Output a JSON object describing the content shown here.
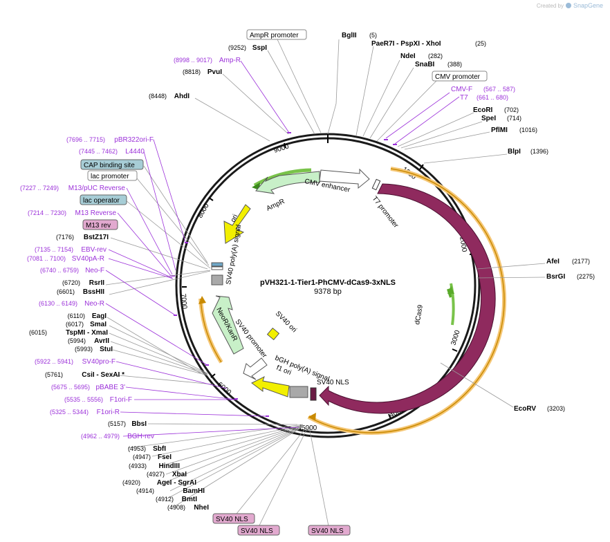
{
  "watermark": {
    "created_by": "Created by",
    "brand": "SnapGene"
  },
  "plasmid": {
    "name": "pVH321-1-Tier1-PhCMV-dCas9-3xNLS",
    "length": "9378 bp"
  },
  "ticks": [
    "1000",
    "2000",
    "3000",
    "4000",
    "5000",
    "6000",
    "7000",
    "8000",
    "9000"
  ],
  "features": {
    "cmv_enhancer": "CMV enhancer",
    "t7_promoter": "T7 promoter",
    "dcas9": "dCas9",
    "sv40_nls": "SV40 NLS",
    "bgh": "bGH poly(A) signal",
    "f1_ori": "f1 ori",
    "sv40_promoter": "SV40 promoter",
    "neor": "NeoR/KanR",
    "sv40_ori": "SV40 ori",
    "sv40_polya": "SV40 poly(A) signal",
    "ori": "ori",
    "ampr": "AmpR"
  },
  "top_labels": {
    "ampr_promoter": "AmpR promoter",
    "cmv_promoter": "CMV promoter"
  },
  "left_boxes": {
    "cap": "CAP binding site",
    "lac_promoter": "lac promoter",
    "lac_operator": "lac operator",
    "m13rev": "M13 rev"
  },
  "bottom_boxes": [
    "SV40 NLS",
    "SV40 NLS",
    "SV40 NLS"
  ],
  "sites": {
    "bglii": {
      "name": "BglII",
      "pos": "(5)"
    },
    "paer7i": {
      "name": "PaeR7I  - PspXI  - XhoI",
      "pos": "(25)"
    },
    "ndei": {
      "name": "NdeI",
      "pos": "(282)"
    },
    "snabi": {
      "name": "SnaBI",
      "pos": "(388)"
    },
    "ecori": {
      "name": "EcoRI",
      "pos": "(702)"
    },
    "spei": {
      "name": "SpeI",
      "pos": "(714)"
    },
    "pflmi": {
      "name": "PflMI",
      "pos": "(1016)"
    },
    "blpi": {
      "name": "BlpI",
      "pos": "(1396)"
    },
    "afei": {
      "name": "AfeI",
      "pos": "(2177)"
    },
    "bsrgi": {
      "name": "BsrGI",
      "pos": "(2275)"
    },
    "ecorv": {
      "name": "EcoRV",
      "pos": "(3203)"
    },
    "sspi": {
      "name": "SspI",
      "pos": "(9252)"
    },
    "pvui": {
      "name": "PvuI",
      "pos": "(8818)"
    },
    "ahdi": {
      "name": "AhdI",
      "pos": "(8448)"
    },
    "bstz17i": {
      "name": "BstZ17I",
      "pos": "(7176)"
    },
    "rsrii": {
      "name": "RsrII",
      "pos": "(6720)"
    },
    "bsshii": {
      "name": "BssHII",
      "pos": "(6601)"
    },
    "eagi": {
      "name": "EagI",
      "pos": "(6110)"
    },
    "smai": {
      "name": "SmaI",
      "pos": "(6017)"
    },
    "tspmi": {
      "name": "TspMI  - XmaI",
      "pos": "(6015)"
    },
    "avrii": {
      "name": "AvrII",
      "pos": "(5994)"
    },
    "stui": {
      "name": "StuI",
      "pos": "(5993)"
    },
    "csii": {
      "name": "CsiI  - SexAI *",
      "pos": "(5761)"
    },
    "bbsi": {
      "name": "BbsI",
      "pos": "(5157)"
    },
    "sbfi": {
      "name": "SbfI",
      "pos": "(4953)"
    },
    "fsei": {
      "name": "FseI",
      "pos": "(4947)"
    },
    "hindiii": {
      "name": "HindIII",
      "pos": "(4933)"
    },
    "xbai": {
      "name": "XbaI",
      "pos": "(4927)"
    },
    "agei": {
      "name": "AgeI  - SgrAI",
      "pos": "(4920)"
    },
    "bamhi": {
      "name": "BamHI",
      "pos": "(4914)"
    },
    "bmti": {
      "name": "BmtI",
      "pos": "(4912)"
    },
    "nhei": {
      "name": "NheI",
      "pos": "(4908)"
    }
  },
  "primers": {
    "ampr": {
      "name": "Amp-R",
      "pos": "(8998 .. 9017)"
    },
    "cmvf": {
      "name": "CMV-F",
      "pos": "(567 .. 587)"
    },
    "t7": {
      "name": "T7",
      "pos": "(661 .. 680)"
    },
    "pbr322": {
      "name": "pBR322ori-F",
      "pos": "(7696 .. 7715)"
    },
    "l4440": {
      "name": "L4440",
      "pos": "(7445 .. 7462)"
    },
    "m13puc": {
      "name": "M13/pUC Reverse",
      "pos": "(7227 .. 7249)"
    },
    "m13rev": {
      "name": "M13 Reverse",
      "pos": "(7214 .. 7230)"
    },
    "ebv": {
      "name": "EBV-rev",
      "pos": "(7135 .. 7154)"
    },
    "sv40pa": {
      "name": "SV40pA-R",
      "pos": "(7081 .. 7100)"
    },
    "neof": {
      "name": "Neo-F",
      "pos": "(6740 .. 6759)"
    },
    "neor": {
      "name": "Neo-R",
      "pos": "(6130 .. 6149)"
    },
    "sv40pro": {
      "name": "SV40pro-F",
      "pos": "(5922 .. 5941)"
    },
    "pbabe": {
      "name": "pBABE 3'",
      "pos": "(5675 .. 5695)"
    },
    "f1orif": {
      "name": "F1ori-F",
      "pos": "(5535 .. 5556)"
    },
    "f1orir": {
      "name": "F1ori-R",
      "pos": "(5325 .. 5344)"
    },
    "bghrev": {
      "name": "BGH-rev",
      "pos": "(4962 .. 4979)"
    }
  },
  "colors": {
    "dcas9": "#8f2a5e",
    "promoter_fill": "#ffffff",
    "resistance": "#c8f0c8",
    "ori": "#f2ef00",
    "polya": "#a9a9a9",
    "primer": "#9b30d9",
    "orf_orange": "#f5a623",
    "orf_green": "#5aaa2a",
    "box_teal": "#a7cdd6",
    "box_pink": "#e2a9cf"
  }
}
